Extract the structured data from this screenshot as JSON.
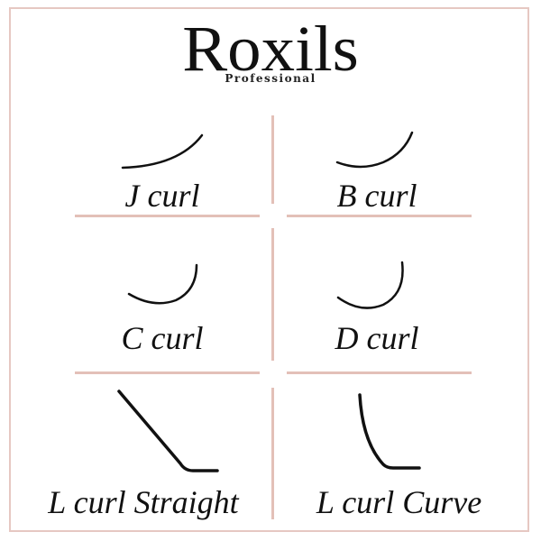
{
  "brand": {
    "name": "Roxils",
    "subtitle": "Professional"
  },
  "colors": {
    "frame": "#e6c8c2",
    "divider": "#e3c0b8",
    "text": "#111111",
    "background": "#ffffff"
  },
  "curls": [
    {
      "id": "j",
      "label": "J curl",
      "icon": "j-curl-lash-icon"
    },
    {
      "id": "b",
      "label": "B curl",
      "icon": "b-curl-lash-icon"
    },
    {
      "id": "c",
      "label": "C curl",
      "icon": "c-curl-lash-icon"
    },
    {
      "id": "d",
      "label": "D curl",
      "icon": "d-curl-lash-icon"
    },
    {
      "id": "l-straight",
      "label": "L curl Straight",
      "icon": "l-curl-straight-lash-icon"
    },
    {
      "id": "l-curve",
      "label": "L curl Curve",
      "icon": "l-curl-curve-lash-icon"
    }
  ]
}
